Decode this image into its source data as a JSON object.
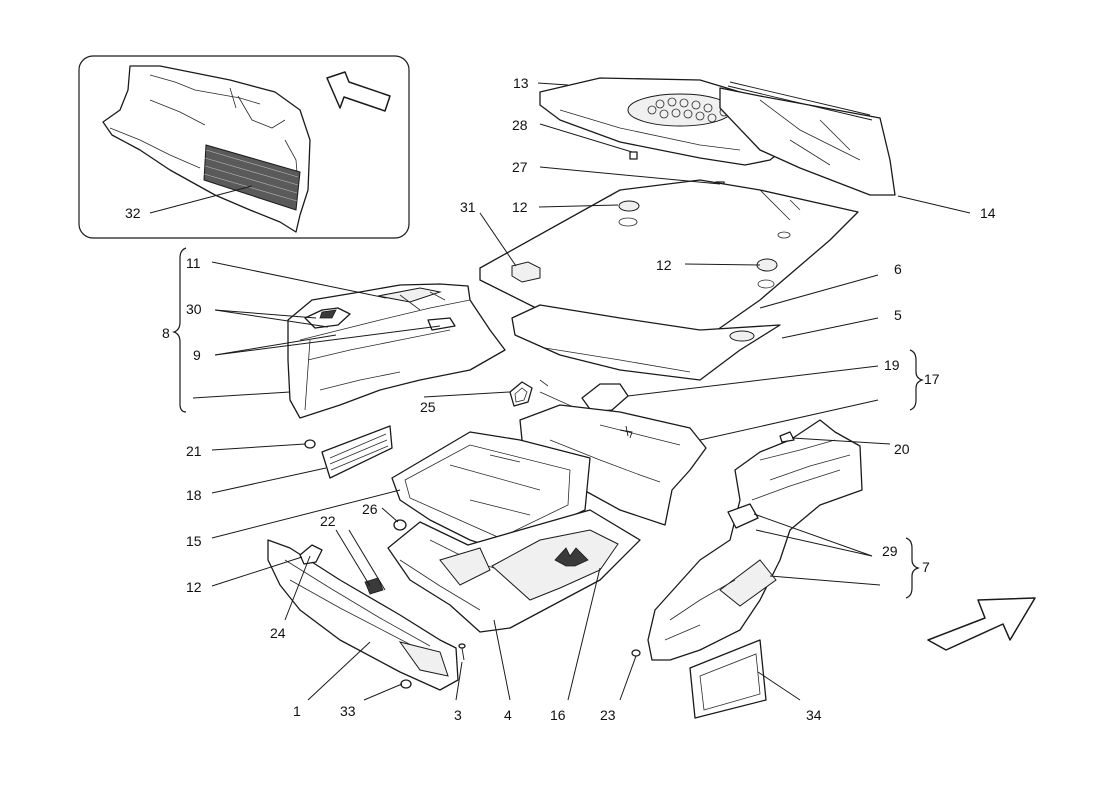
{
  "callouts": {
    "c1": "1",
    "c3": "3",
    "c4": "4",
    "c5": "5",
    "c6": "6",
    "c7": "7",
    "c8": "8",
    "c9": "9",
    "c11": "11",
    "c12a": "12",
    "c12b": "12",
    "c12c": "12",
    "c13": "13",
    "c14": "14",
    "c15": "15",
    "c16": "16",
    "c17": "17",
    "c18": "18",
    "c19": "19",
    "c20": "20",
    "c21": "21",
    "c22": "22",
    "c23": "23",
    "c24": "24",
    "c25": "25",
    "c26": "26",
    "c27": "27",
    "c28": "28",
    "c29": "29",
    "c30": "30",
    "c31": "31",
    "c32": "32",
    "c33": "33",
    "c34": "34"
  }
}
